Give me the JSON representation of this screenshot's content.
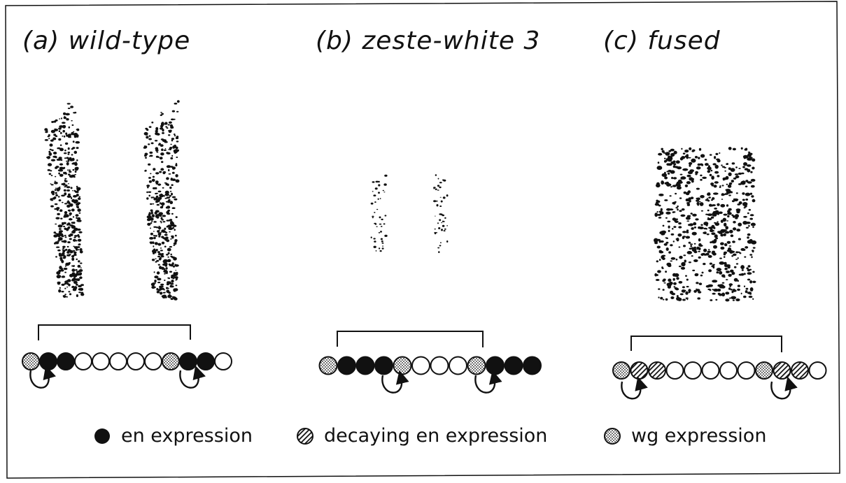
{
  "panels": [
    {
      "id": "a",
      "title": "(a) wild-type",
      "cells": [
        "wg",
        "en",
        "en",
        "empty",
        "empty",
        "empty",
        "empty",
        "empty",
        "wg",
        "en",
        "en",
        "empty"
      ]
    },
    {
      "id": "b",
      "title": "(b) zeste-white 3",
      "cells": [
        "wg",
        "en",
        "en",
        "en",
        "wg",
        "empty",
        "empty",
        "empty",
        "wg",
        "en",
        "en",
        "en"
      ]
    },
    {
      "id": "c",
      "title": "(c) fused",
      "cells": [
        "wg",
        "decay",
        "decay",
        "empty",
        "empty",
        "empty",
        "empty",
        "empty",
        "wg",
        "decay",
        "decay",
        "empty"
      ]
    }
  ],
  "legend": {
    "en": "en expression",
    "decay": "decaying en expression",
    "wg": "wg expression"
  },
  "colors": {
    "ink": "#111111",
    "background": "#ffffff"
  }
}
